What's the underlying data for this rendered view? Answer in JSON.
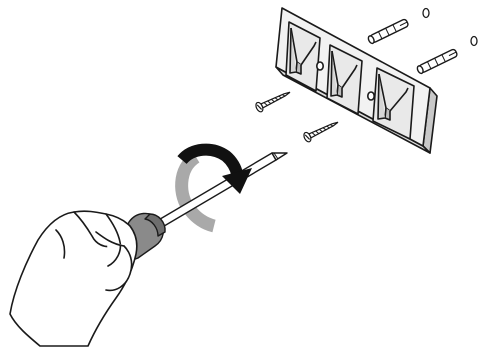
{
  "figure": {
    "kind": "assembly-instruction-illustration",
    "depicts": [
      "hand-holding-screwdriver",
      "clockwise-rotation-arrow",
      "wall-mount-bracket",
      "screws",
      "wall-anchors",
      "wall-holes"
    ],
    "colors": {
      "background": "#ffffff",
      "outline": "#1a1a1a",
      "bracket_fill": "#f2f2f2",
      "bracket_shadow": "#c8c8c8",
      "handle_grip": "#8a8a8a",
      "handle_end": "#6e6e6e",
      "arrow_front": "#111111",
      "arrow_back": "#a9a9a9",
      "shaft": "#ffffff"
    },
    "counts": {
      "screws": 2,
      "wall_anchors": 2,
      "wall_holes": 2,
      "bracket_slots": 3
    }
  }
}
